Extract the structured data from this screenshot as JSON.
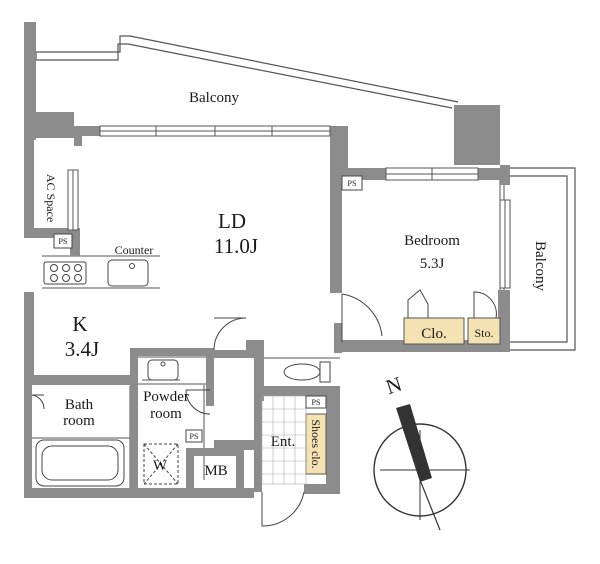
{
  "plan": {
    "rooms": {
      "balcony_top": "Balcony",
      "balcony_right": "Balcony",
      "ld_name": "LD",
      "ld_size": "11.0J",
      "bedroom_name": "Bedroom",
      "bedroom_size": "5.3J",
      "k_name": "K",
      "k_size": "3.4J",
      "bath_line1": "Bath",
      "bath_line2": "room",
      "powder_line1": "Powder",
      "powder_line2": "room",
      "ent": "Ent.",
      "mb": "MB",
      "w": "W",
      "counter": "Counter",
      "ac_space": "AC Space",
      "clo": "Clo.",
      "sto": "Sto.",
      "shoes_clo": "Shoes clo.",
      "ps_1": "PS",
      "ps_2": "PS",
      "ps_3": "PS",
      "ps_4": "PS"
    },
    "compass": {
      "north": "N"
    },
    "colors": {
      "wall": "#8c8c8c",
      "storage": "#f5e2b3",
      "line": "#444444"
    }
  }
}
